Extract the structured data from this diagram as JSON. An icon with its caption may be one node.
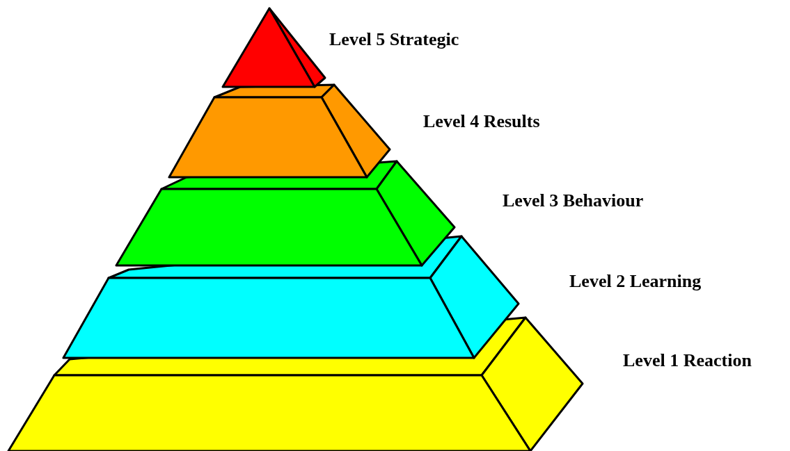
{
  "diagram": {
    "nodes": [
      {
        "text": [
          "Level 5 Strategic"
        ]
      },
      {
        "text": [
          "Level 4 Results"
        ]
      },
      {
        "text": [
          "Level 3 Behaviour"
        ]
      },
      {
        "text": [
          "Level 2 Learning"
        ]
      },
      {
        "text": [
          "Level 1 Reaction"
        ]
      }
    ]
  }
}
